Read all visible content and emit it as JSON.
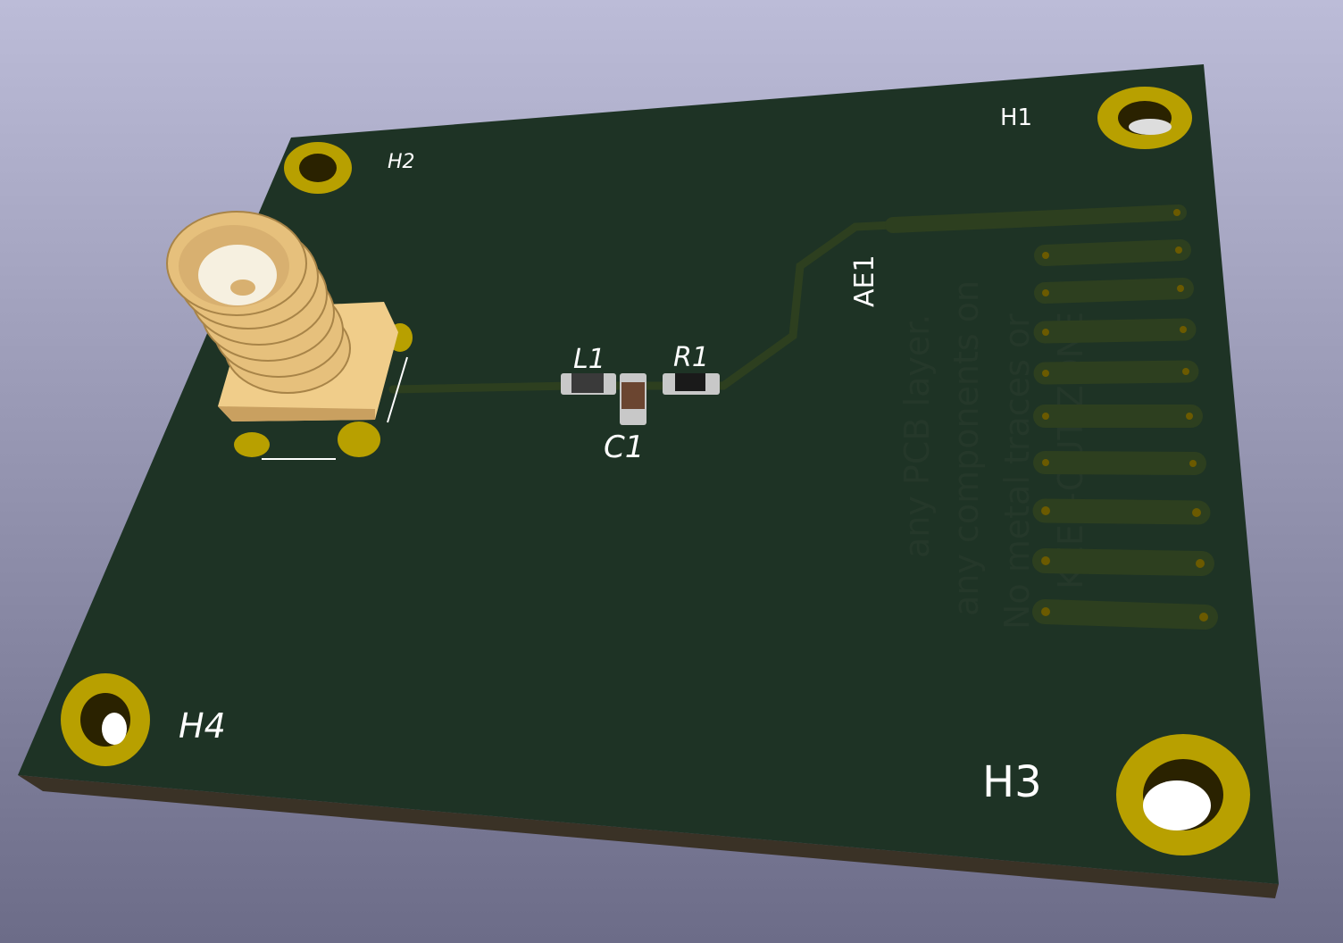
{
  "board": {
    "colors": {
      "soldermask": "#1e3325",
      "copper": "#2d3f1f",
      "pad": "#b8a000",
      "edge": "#3a3226"
    },
    "references": {
      "h1": "H1",
      "h2": "H2",
      "h3": "H3",
      "h4": "H4",
      "l1": "L1",
      "r1": "R1",
      "c1": "C1",
      "ae1": "AE1"
    },
    "keepout_note": {
      "line1": "No metal traces or",
      "line2": "any components on",
      "line3": "any PCB layer.",
      "line4": "KEEP-OUT ZONE"
    }
  }
}
